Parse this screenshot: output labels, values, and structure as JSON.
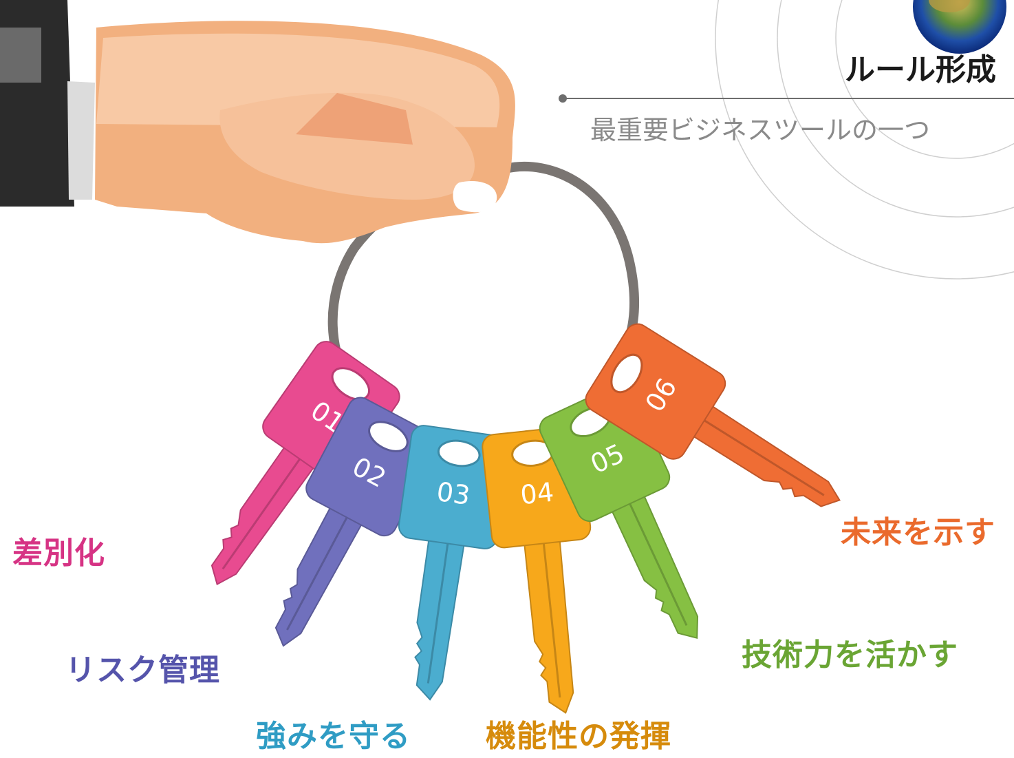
{
  "header": {
    "title": "ルール形成",
    "subtitle": "最重要ビジネスツールの一つ"
  },
  "ring_color": "#7a7572",
  "keys": [
    {
      "number": "01",
      "label": "差別化",
      "color": "#e84b90",
      "label_color": "#d63384"
    },
    {
      "number": "02",
      "label": "リスク管理",
      "color": "#7070bd",
      "label_color": "#5554ab"
    },
    {
      "number": "03",
      "label": "強みを守る",
      "color": "#4badcf",
      "label_color": "#2f9cc4"
    },
    {
      "number": "04",
      "label": "機能性の発揮",
      "color": "#f7a81b",
      "label_color": "#d68b0c"
    },
    {
      "number": "05",
      "label": "技術力を活かす",
      "color": "#86c043",
      "label_color": "#6aa534"
    },
    {
      "number": "06",
      "label": "未来を示す",
      "color": "#ef6d34",
      "label_color": "#ea6a2c"
    }
  ],
  "icons": [
    "hand-icon",
    "key-ring-icon",
    "globe-icon"
  ]
}
